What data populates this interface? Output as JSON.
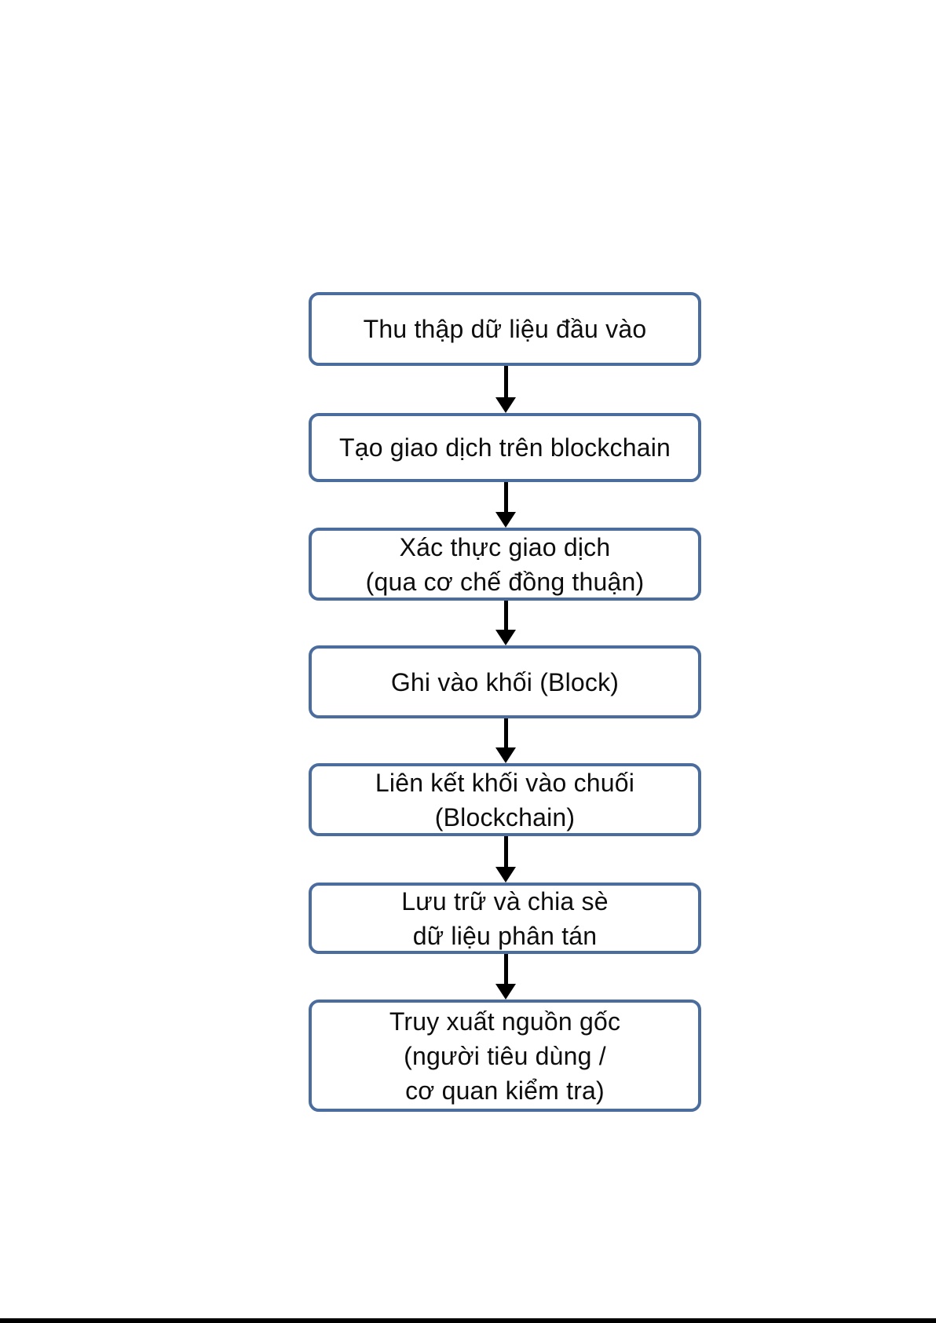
{
  "figure": {
    "type": "flowchart",
    "direction": "top-down",
    "colors": {
      "background-color": "#ffffff",
      "border-color": "#4a6d9e",
      "text-color": "#0d0d0d",
      "arrow-color": "#000000"
    },
    "steps": [
      {
        "lines": [
          "Thu thập dữ liệu đầu vào"
        ]
      },
      {
        "lines": [
          "Tạo giao dịch trên blockchain"
        ]
      },
      {
        "lines": [
          "Xác thực giao dịch",
          "(qua cơ chế đồng thuận)"
        ]
      },
      {
        "lines": [
          "Ghi vào khối (Block)"
        ]
      },
      {
        "lines": [
          "Liên kết khối vào chuối",
          "(Blockchain)"
        ]
      },
      {
        "lines": [
          "Lưu trữ và chia sè",
          "dữ liệu phân tán"
        ]
      },
      {
        "lines": [
          "Truy xuất nguồn gốc",
          "(người tiêu dùng /",
          "cơ quan kiểm tra)"
        ]
      }
    ]
  }
}
